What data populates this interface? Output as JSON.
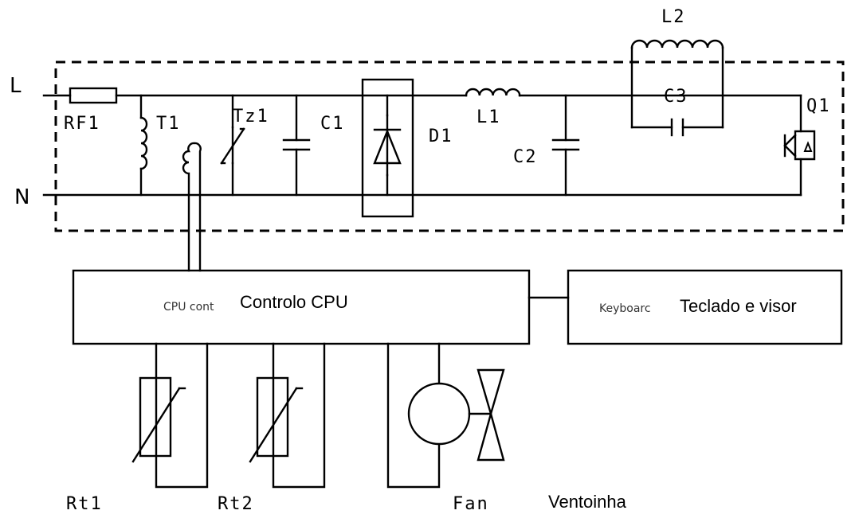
{
  "labels": {
    "L": "L",
    "N": "N",
    "RF1": "RF1",
    "T1": "T1",
    "Tz1": "Tz1",
    "C1": "C1",
    "D1": "D1",
    "L1": "L1",
    "C2": "C2",
    "L2": "L2",
    "C3": "C3",
    "Q1": "Q1",
    "Rt1": "Rt1",
    "Rt2": "Rt2",
    "Fan": "Fan"
  },
  "blocks": {
    "cpu_original": "CPU cont",
    "cpu_overlay": "Controlo CPU",
    "keyboard_original": "Keyboarc",
    "keyboard_overlay": "Teclado e visor"
  },
  "fan_overlay": "Ventoinha"
}
